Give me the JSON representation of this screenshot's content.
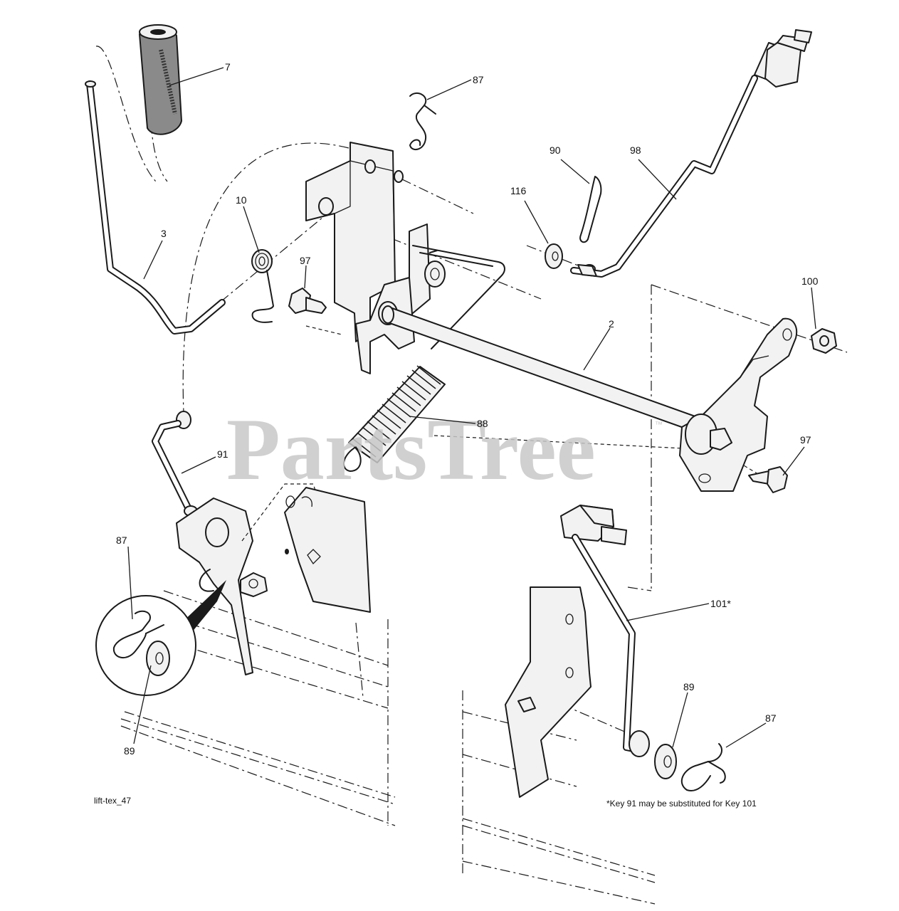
{
  "watermark": {
    "text": "PartsTree",
    "trademark": "™"
  },
  "callouts": [
    {
      "id": "callout-7",
      "label": "7"
    },
    {
      "id": "callout-87-top",
      "label": "87"
    },
    {
      "id": "callout-90",
      "label": "90"
    },
    {
      "id": "callout-98",
      "label": "98"
    },
    {
      "id": "callout-116",
      "label": "116"
    },
    {
      "id": "callout-10",
      "label": "10"
    },
    {
      "id": "callout-3",
      "label": "3"
    },
    {
      "id": "callout-97-left",
      "label": "97"
    },
    {
      "id": "callout-100",
      "label": "100"
    },
    {
      "id": "callout-2",
      "label": "2"
    },
    {
      "id": "callout-88",
      "label": "88"
    },
    {
      "id": "callout-91",
      "label": "91"
    },
    {
      "id": "callout-97-right",
      "label": "97"
    },
    {
      "id": "callout-87-left",
      "label": "87"
    },
    {
      "id": "callout-89-left",
      "label": "89"
    },
    {
      "id": "callout-101",
      "label": "101*"
    },
    {
      "id": "callout-89-right",
      "label": "89"
    },
    {
      "id": "callout-87-right",
      "label": "87"
    }
  ],
  "captions": {
    "drawing_id": "lift-tex_47",
    "footnote": "*Key 91 may be substituted for Key 101"
  }
}
